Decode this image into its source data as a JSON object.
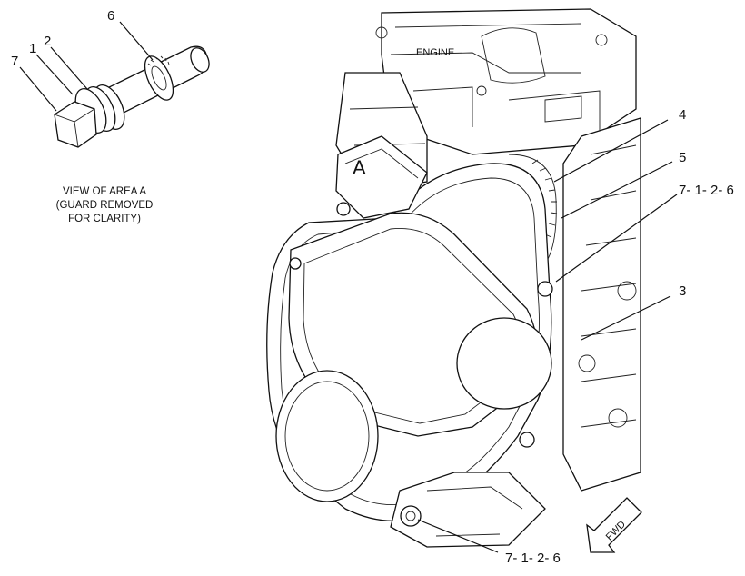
{
  "callouts": {
    "c7": "7",
    "c1": "1",
    "c2": "2",
    "c6": "6",
    "c4": "4",
    "c5": "5",
    "c7126_top": "7- 1- 2- 6",
    "c3": "3",
    "c7126_bottom": "7- 1- 2- 6"
  },
  "caption": {
    "line1": "VIEW OF AREA A",
    "line2": "(GUARD REMOVED",
    "line3": "FOR CLARITY)"
  },
  "engine_label": "ENGINE",
  "area_label": "A",
  "fwd_label": "FWD"
}
